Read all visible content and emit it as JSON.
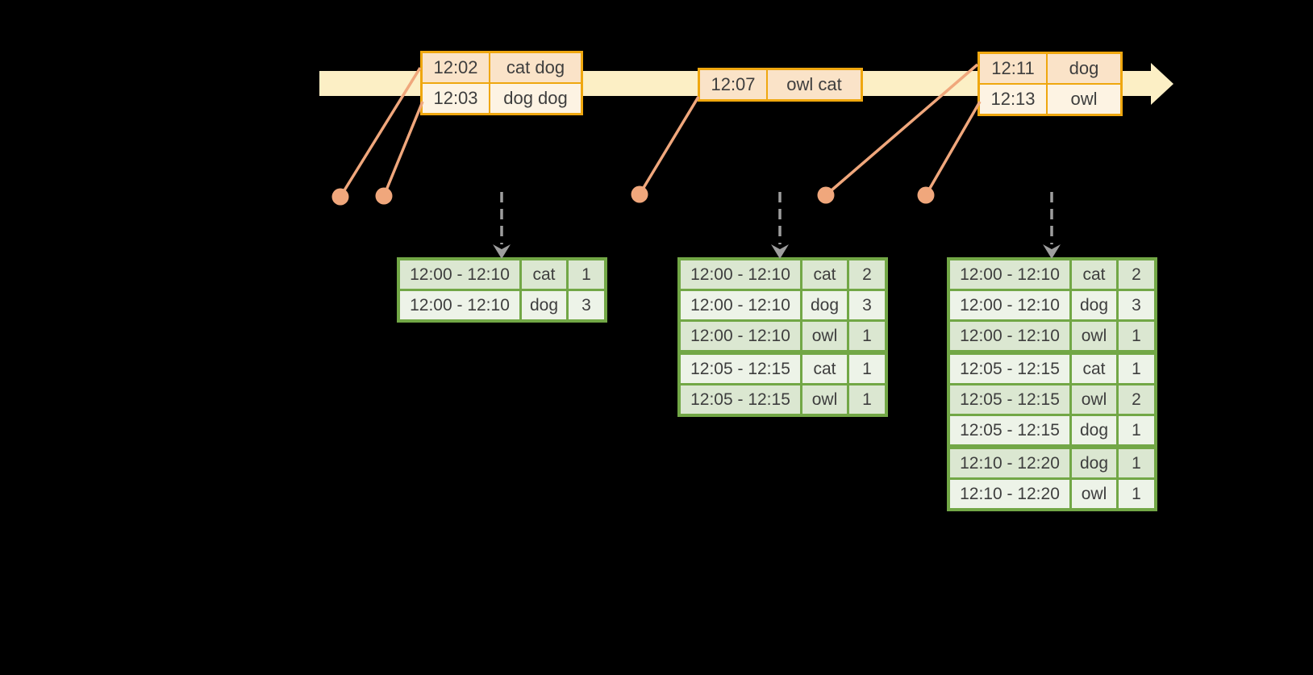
{
  "colors": {
    "background": "#000000",
    "band": "#FCEFC5",
    "orange_border": "#EFA70F",
    "orange_row_dark": "#FAE3C8",
    "orange_row_light": "#FDF3E3",
    "salmon_marker": "#F0A77C",
    "trigger_arrow_gray": "#9E9E9E",
    "green_border": "#72A746",
    "green_row_dark": "#DBE7D1",
    "green_row_light": "#EDF3E8",
    "text": "#3E3E3E"
  },
  "timeline": {
    "event_tables": [
      {
        "rows": [
          {
            "time": "12:02",
            "words": "cat dog"
          },
          {
            "time": "12:03",
            "words": "dog dog"
          }
        ]
      },
      {
        "rows": [
          {
            "time": "12:07",
            "words": "owl cat"
          }
        ]
      },
      {
        "rows": [
          {
            "time": "12:11",
            "words": "dog"
          },
          {
            "time": "12:13",
            "words": "owl"
          }
        ]
      }
    ]
  },
  "result_tables": [
    {
      "rows": [
        {
          "window": "12:00 - 12:10",
          "word": "cat",
          "count": "1"
        },
        {
          "window": "12:00 - 12:10",
          "word": "dog",
          "count": "3"
        }
      ]
    },
    {
      "rows": [
        {
          "window": "12:00 - 12:10",
          "word": "cat",
          "count": "2"
        },
        {
          "window": "12:00 - 12:10",
          "word": "dog",
          "count": "3"
        },
        {
          "window": "12:00 - 12:10",
          "word": "owl",
          "count": "1"
        },
        {
          "window": "12:05 - 12:15",
          "word": "cat",
          "count": "1"
        },
        {
          "window": "12:05 - 12:15",
          "word": "owl",
          "count": "1"
        }
      ]
    },
    {
      "rows": [
        {
          "window": "12:00 - 12:10",
          "word": "cat",
          "count": "2"
        },
        {
          "window": "12:00 - 12:10",
          "word": "dog",
          "count": "3"
        },
        {
          "window": "12:00 - 12:10",
          "word": "owl",
          "count": "1"
        },
        {
          "window": "12:05 - 12:15",
          "word": "cat",
          "count": "1"
        },
        {
          "window": "12:05 - 12:15",
          "word": "owl",
          "count": "2"
        },
        {
          "window": "12:05 - 12:15",
          "word": "dog",
          "count": "1"
        },
        {
          "window": "12:10 - 12:20",
          "word": "dog",
          "count": "1"
        },
        {
          "window": "12:10 - 12:20",
          "word": "owl",
          "count": "1"
        }
      ]
    }
  ]
}
